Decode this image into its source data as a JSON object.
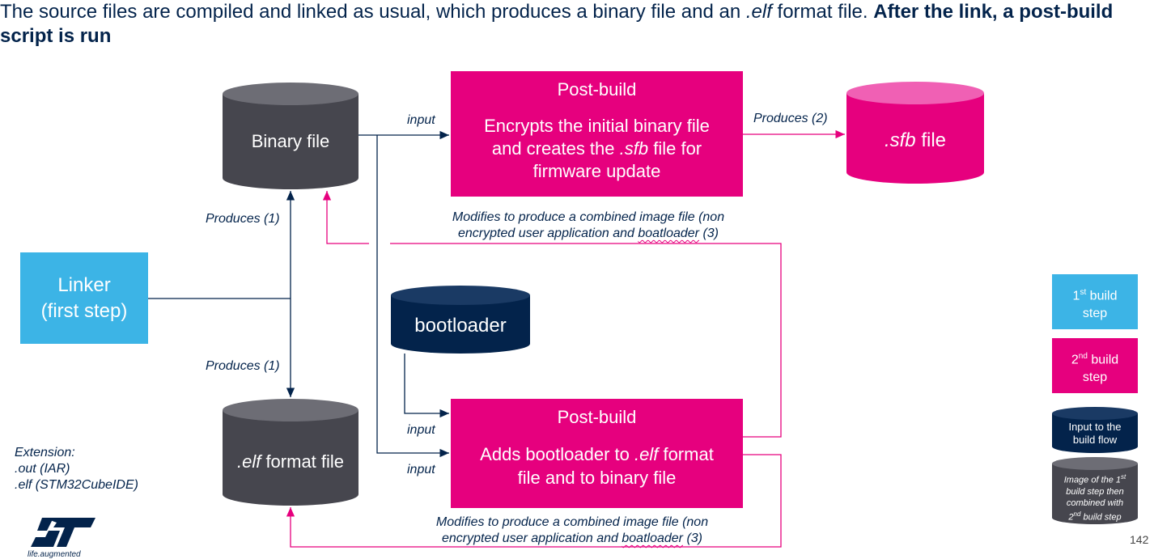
{
  "title": {
    "part1": "The source files are compiled and linked as usual, which produces a binary file and an ",
    "part2_italic": ".elf",
    "part3": " format file. ",
    "part4_bold": "After the link, a post-build script is run"
  },
  "nodes": {
    "binary_file": "Binary file",
    "elf_file_italic": ".elf",
    "elf_file_rest": " format file",
    "sfb_file_italic": ".sfb",
    "sfb_file_rest": " file",
    "bootloader": "bootloader",
    "linker_line1": "Linker",
    "linker_line2": "(first step)"
  },
  "postbuild_top": {
    "header": "Post-build",
    "line1": "Encrypts the initial binary file",
    "line2a": "and creates the ",
    "line2b_italic": ".sfb",
    "line2c": " file for",
    "line3": "firmware update"
  },
  "postbuild_bottom": {
    "header": "Post-build",
    "line1a": "Adds bootloader to ",
    "line1b_italic": ".elf",
    "line1c": " format",
    "line2": "file and to binary file"
  },
  "edge_labels": {
    "input_top": "input",
    "produces_2": "Produces (2)",
    "produces_1_top": "Produces (1)",
    "produces_1_bottom": "Produces (1)",
    "input_bottom_1": "input",
    "input_bottom_2": "input"
  },
  "notes": {
    "modifies_top_line1": "Modifies to produce a combined image file (non",
    "modifies_top_line2a": "encrypted user application and ",
    "modifies_top_line2b": "boatloader",
    "modifies_top_line2c": " (3)",
    "modifies_bottom_line1": "Modifies to produce a combined image file (non",
    "modifies_bottom_line2a": "encrypted user application and ",
    "modifies_bottom_line2b": "boatloader",
    "modifies_bottom_line2c": " (3)"
  },
  "extension": {
    "line1": "Extension:",
    "line2": ".out (IAR)",
    "line3": ".elf (STM32CubeIDE)"
  },
  "legend": {
    "first_sup": "st",
    "first_pre": "1",
    "first_post": " build",
    "first_line2": "step",
    "second_pre": "2",
    "second_sup": "nd",
    "second_post": " build",
    "second_line2": "step",
    "input_line1": "Input to the",
    "input_line2": "build flow",
    "image_line1_pre": "Image of the 1",
    "image_line1_sup": "st",
    "image_line2": "build step then",
    "image_line3": "combined with",
    "image_line4_pre": "2",
    "image_line4_sup": "nd",
    "image_line4_post": " build step"
  },
  "logo": {
    "tagline": "life.augmented"
  },
  "page_number": "142",
  "colors": {
    "dark_cylinder": "#46464e",
    "navy": "#03234b",
    "magenta": "#e6007e",
    "light_magenta": "#f060b4",
    "cyan": "#3cb4e6",
    "connector_dark": "#03234b",
    "connector_pink": "#e6007e"
  }
}
